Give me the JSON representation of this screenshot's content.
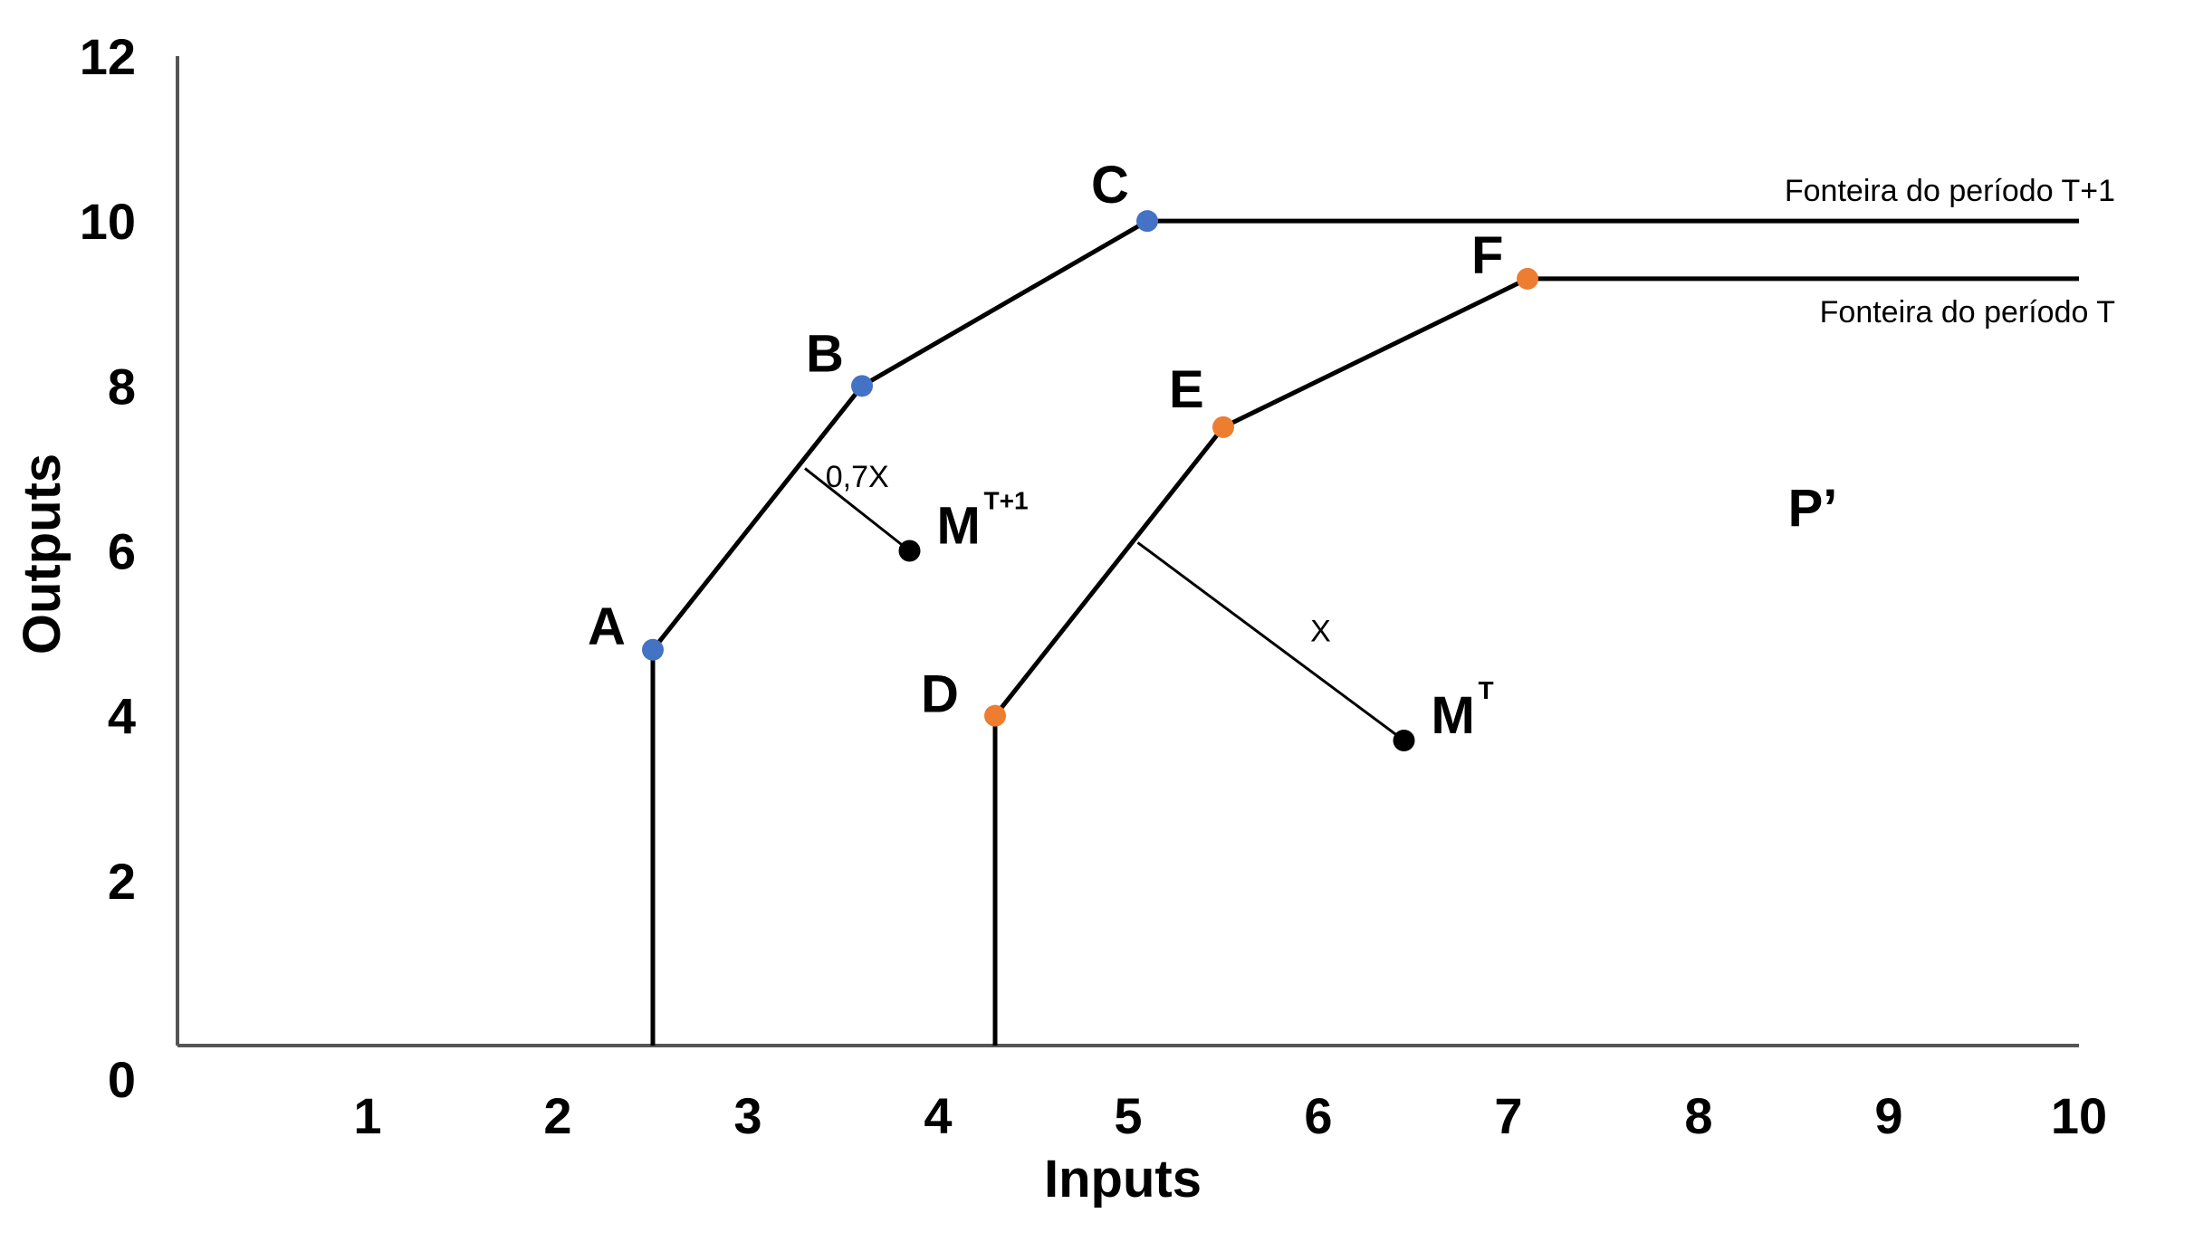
{
  "chart_data": {
    "type": "line",
    "xlabel": "Inputs",
    "ylabel": "Outputs",
    "xlim": [
      0,
      10
    ],
    "ylim": [
      0,
      12
    ],
    "x_ticks": [
      1,
      2,
      3,
      4,
      5,
      6,
      7,
      8,
      9,
      10
    ],
    "y_ticks": [
      0,
      2,
      4,
      6,
      8,
      10,
      12
    ],
    "grid": false,
    "colors": {
      "period_t1_points": "#4472c4",
      "period_t_points": "#ed7d31",
      "observations": "#000000",
      "lines": "#000000"
    },
    "series": [
      {
        "name": "Fonteira do período T+1",
        "points": [
          {
            "label": "",
            "x": 2.5,
            "y": 0
          },
          {
            "label": "A",
            "x": 2.5,
            "y": 4.8
          },
          {
            "label": "B",
            "x": 3.6,
            "y": 8.0
          },
          {
            "label": "C",
            "x": 5.1,
            "y": 10.0
          },
          {
            "label": "",
            "x": 10.0,
            "y": 10.0
          }
        ],
        "marked": [
          "A",
          "B",
          "C"
        ]
      },
      {
        "name": "Fonteira do período T",
        "points": [
          {
            "label": "",
            "x": 4.3,
            "y": 0
          },
          {
            "label": "D",
            "x": 4.3,
            "y": 4.0
          },
          {
            "label": "E",
            "x": 5.5,
            "y": 7.5
          },
          {
            "label": "F",
            "x": 7.1,
            "y": 9.3
          },
          {
            "label": "",
            "x": 10.0,
            "y": 9.3
          }
        ],
        "marked": [
          "D",
          "E",
          "F"
        ]
      }
    ],
    "observations": [
      {
        "label": "M",
        "superscript": "T+1",
        "x": 3.85,
        "y": 6.0
      },
      {
        "label": "M",
        "superscript": "T",
        "x": 6.45,
        "y": 3.7
      }
    ],
    "distances": [
      {
        "label": "0,7X",
        "from": [
          3.3,
          7.0
        ],
        "to": [
          3.85,
          6.0
        ]
      },
      {
        "label": "X",
        "from": [
          5.05,
          6.1
        ],
        "to": [
          6.45,
          3.7
        ]
      }
    ],
    "annotations": [
      {
        "text": "P’",
        "x": 8.6,
        "y": 6.3
      }
    ]
  }
}
